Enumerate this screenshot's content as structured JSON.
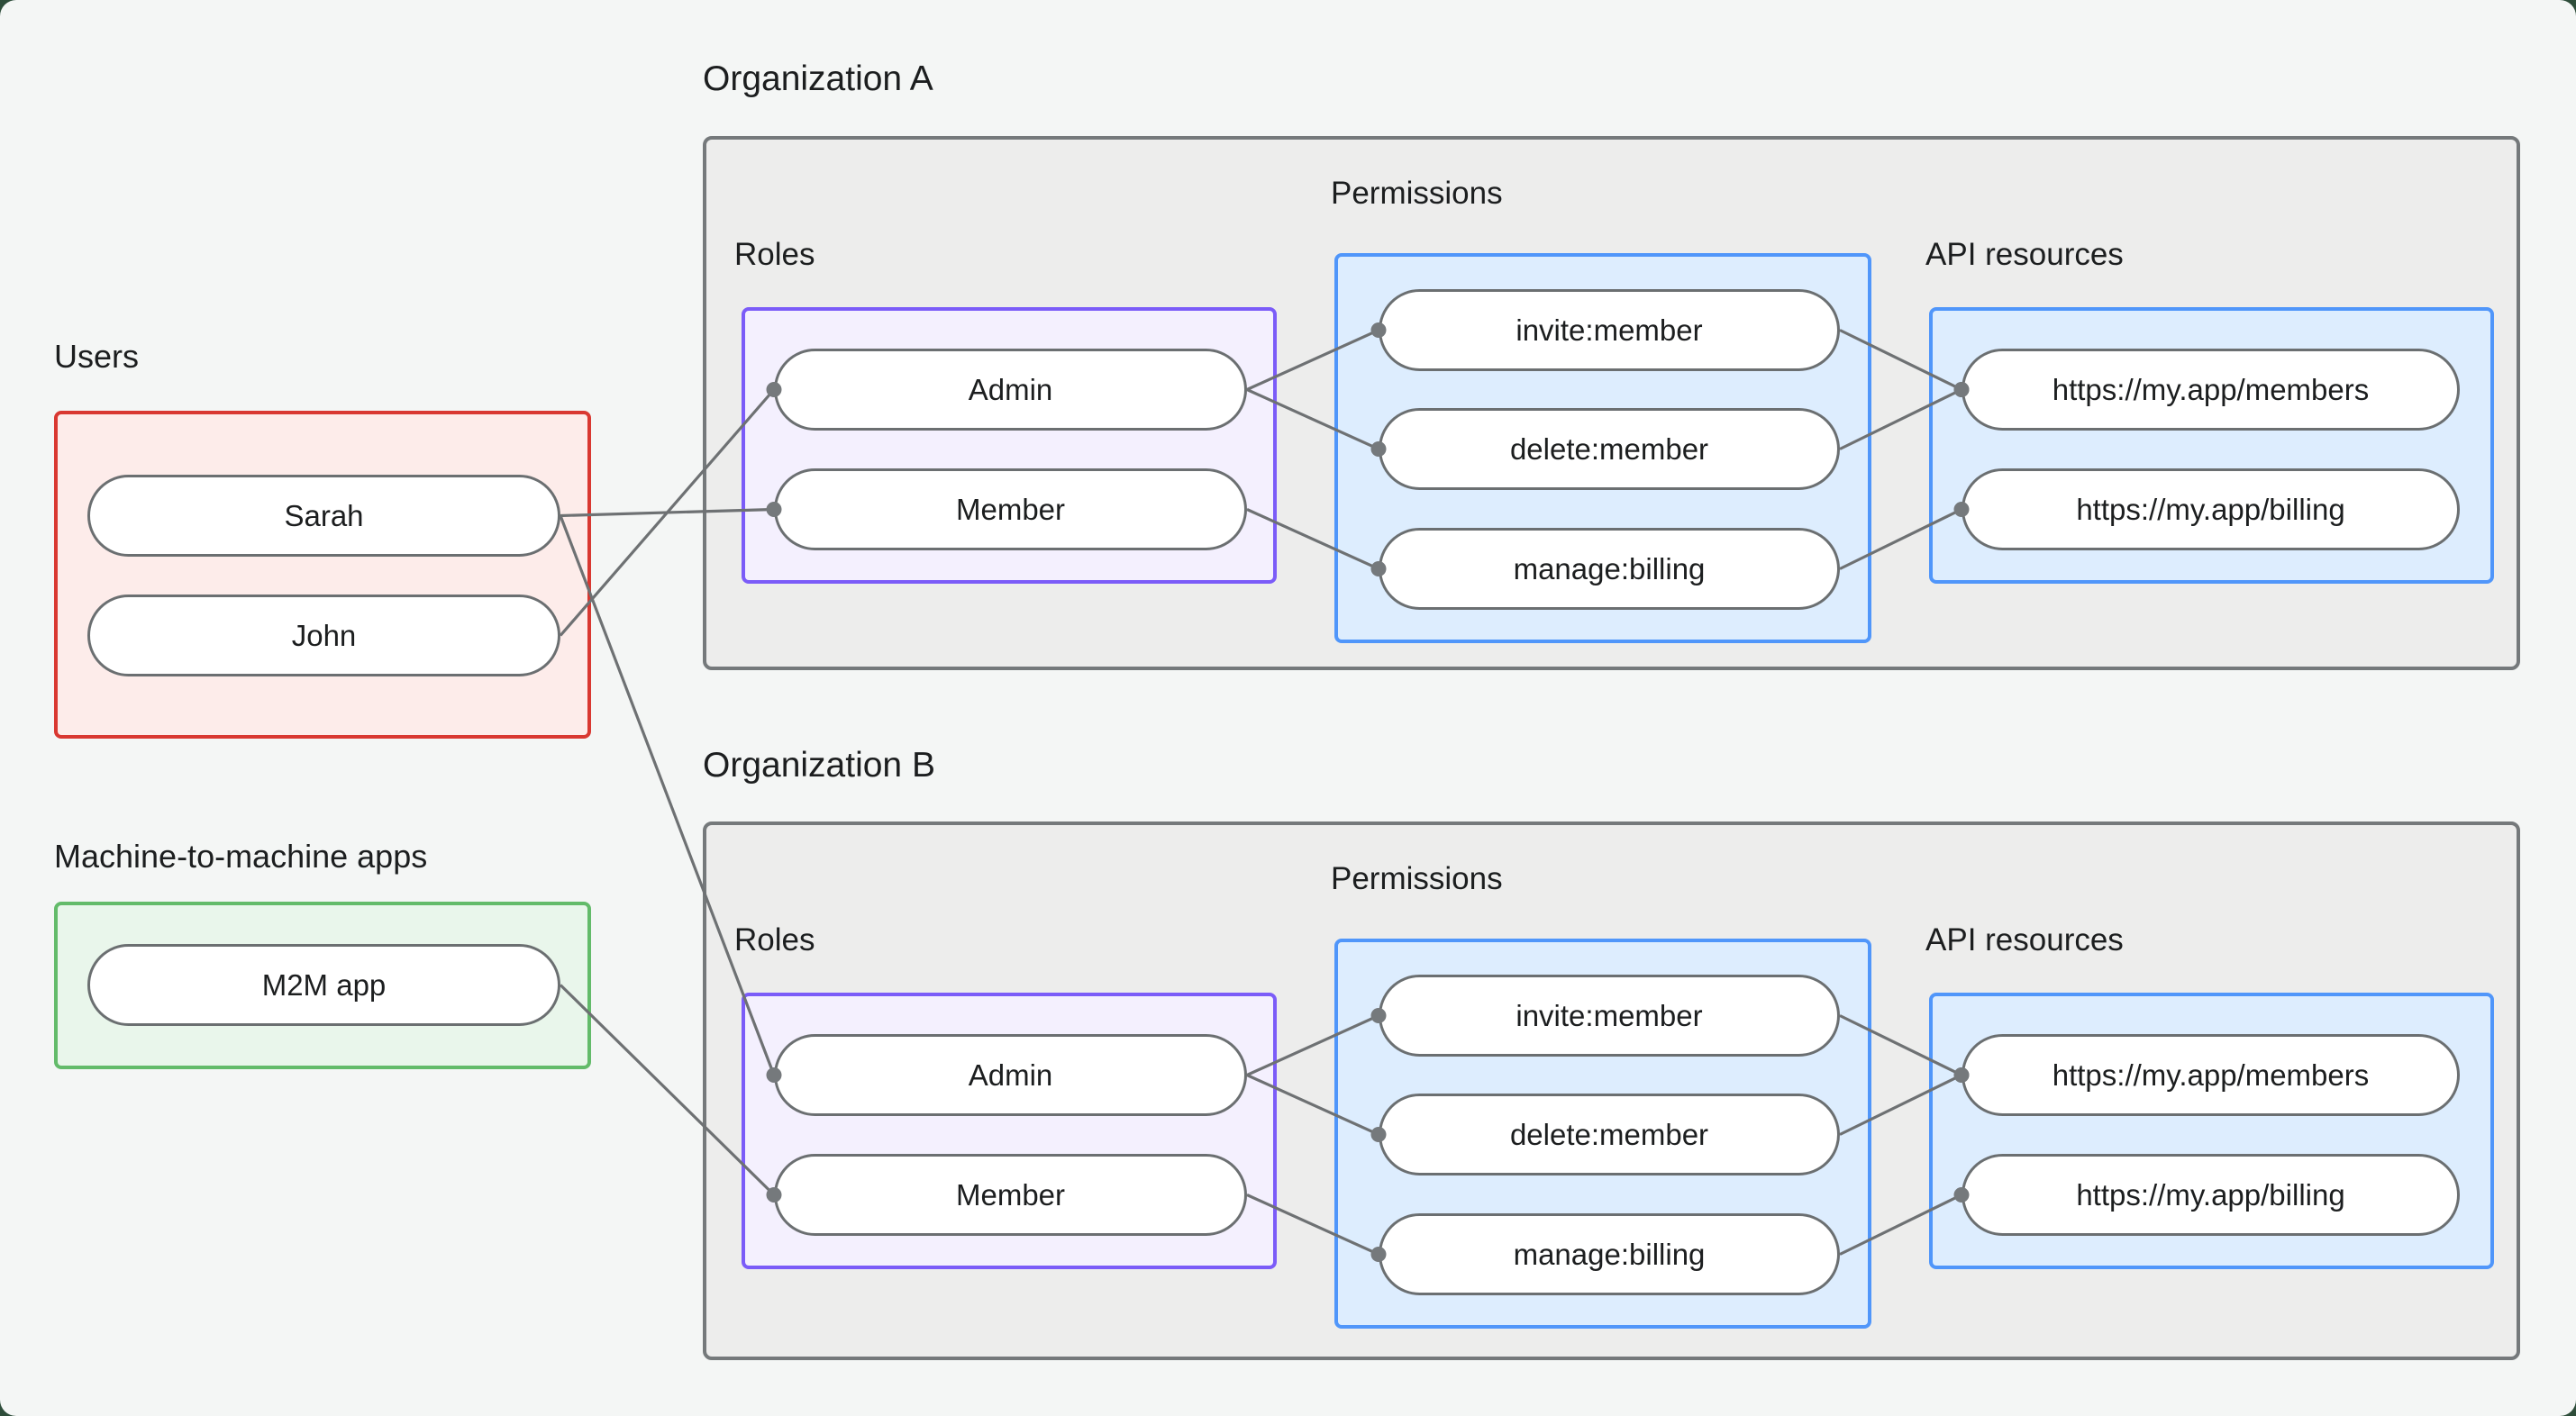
{
  "page": {
    "background": "#f4f6f5",
    "frame_color": "#2e4d3a"
  },
  "colors": {
    "users_border": "#d93831",
    "users_fill": "#fdecea",
    "m2m_border": "#63bb6a",
    "m2m_fill": "#e9f6eb",
    "roles_border": "#7b5cf8",
    "roles_fill": "#f4f0fe",
    "permissions_border": "#5096fa",
    "permissions_fill": "#ddedfe",
    "org_border": "#75797b",
    "org_fill": "#ededec",
    "node_border": "#6b6f71",
    "node_fill": "#ffffff",
    "edge_line": "#6e7173",
    "edge_dot": "#75797c",
    "text": "#1c1e1f"
  },
  "users_section": {
    "label": "Users",
    "nodes": [
      {
        "id": "sarah",
        "label": "Sarah"
      },
      {
        "id": "john",
        "label": "John"
      }
    ]
  },
  "m2m_section": {
    "label": "Machine-to-machine apps",
    "nodes": [
      {
        "id": "m2m-app",
        "label": "M2M app"
      }
    ]
  },
  "org_a": {
    "label": "Organization A",
    "roles": {
      "label": "Roles",
      "nodes": [
        {
          "id": "org-a-admin",
          "label": "Admin"
        },
        {
          "id": "org-a-member",
          "label": "Member"
        }
      ]
    },
    "permissions": {
      "label": "Permissions",
      "nodes": [
        {
          "id": "org-a-invite",
          "label": "invite:member"
        },
        {
          "id": "org-a-delete",
          "label": "delete:member"
        },
        {
          "id": "org-a-manage",
          "label": "manage:billing"
        }
      ]
    },
    "api_resources": {
      "label": "API resources",
      "nodes": [
        {
          "id": "org-a-members-api",
          "label": "https://my.app/members"
        },
        {
          "id": "org-a-billing-api",
          "label": "https://my.app/billing"
        }
      ]
    }
  },
  "org_b": {
    "label": "Organization B",
    "roles": {
      "label": "Roles",
      "nodes": [
        {
          "id": "org-b-admin",
          "label": "Admin"
        },
        {
          "id": "org-b-member",
          "label": "Member"
        }
      ]
    },
    "permissions": {
      "label": "Permissions",
      "nodes": [
        {
          "id": "org-b-invite",
          "label": "invite:member"
        },
        {
          "id": "org-b-delete",
          "label": "delete:member"
        },
        {
          "id": "org-b-manage",
          "label": "manage:billing"
        }
      ]
    },
    "api_resources": {
      "label": "API resources",
      "nodes": [
        {
          "id": "org-b-members-api",
          "label": "https://my.app/members"
        },
        {
          "id": "org-b-billing-api",
          "label": "https://my.app/billing"
        }
      ]
    }
  },
  "edges": [
    {
      "from": "sarah",
      "to": "org-a-member"
    },
    {
      "from": "john",
      "to": "org-a-admin"
    },
    {
      "from": "sarah",
      "to": "org-b-admin"
    },
    {
      "from": "m2m-app",
      "to": "org-b-member"
    },
    {
      "from": "org-a-admin",
      "to": "org-a-invite"
    },
    {
      "from": "org-a-admin",
      "to": "org-a-delete"
    },
    {
      "from": "org-a-member",
      "to": "org-a-manage"
    },
    {
      "from": "org-a-invite",
      "to": "org-a-members-api"
    },
    {
      "from": "org-a-delete",
      "to": "org-a-members-api"
    },
    {
      "from": "org-a-manage",
      "to": "org-a-billing-api"
    },
    {
      "from": "org-b-admin",
      "to": "org-b-invite"
    },
    {
      "from": "org-b-admin",
      "to": "org-b-delete"
    },
    {
      "from": "org-b-member",
      "to": "org-b-manage"
    },
    {
      "from": "org-b-invite",
      "to": "org-b-members-api"
    },
    {
      "from": "org-b-delete",
      "to": "org-b-members-api"
    },
    {
      "from": "org-b-manage",
      "to": "org-b-billing-api"
    }
  ]
}
